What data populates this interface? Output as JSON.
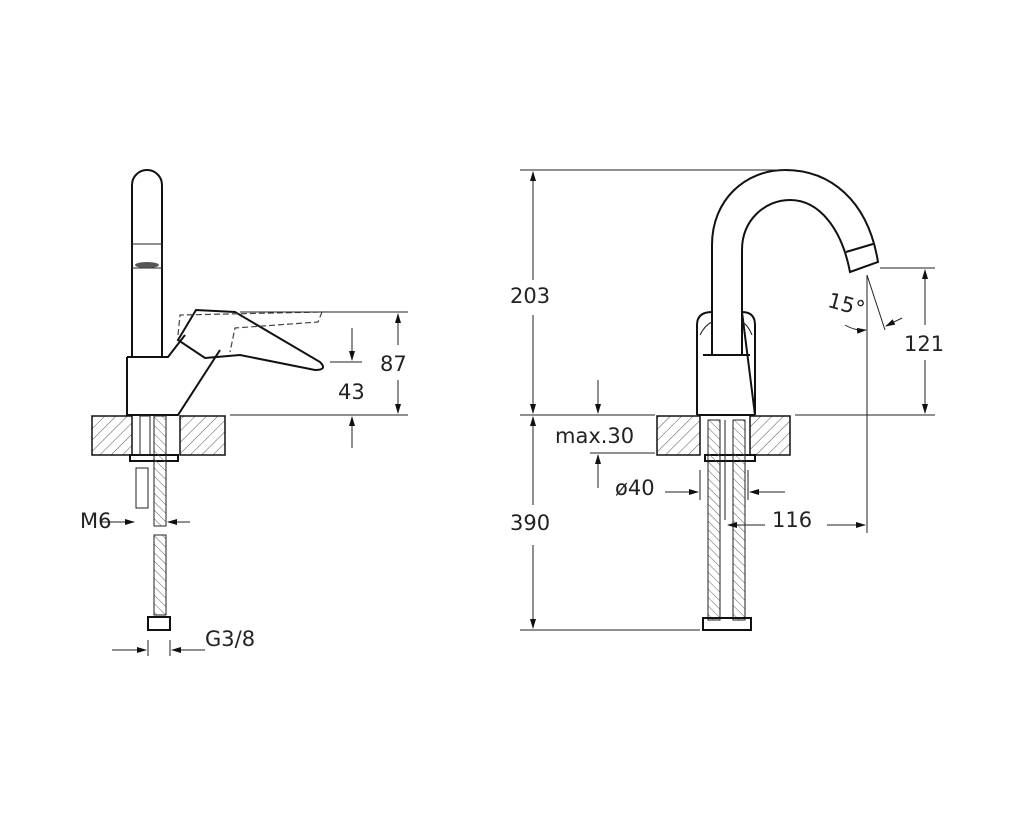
{
  "side_view": {
    "dimensions": {
      "handle_height": "87",
      "handle_low": "43",
      "rod_thread": "M6",
      "hose_thread": "G3/8"
    }
  },
  "front_view": {
    "dimensions": {
      "total_height": "203",
      "hose_length": "390",
      "counter_thickness": "max.30",
      "hole_diameter": "ø40",
      "spout_reach": "116",
      "spout_height": "121",
      "spout_angle": "15°"
    }
  }
}
